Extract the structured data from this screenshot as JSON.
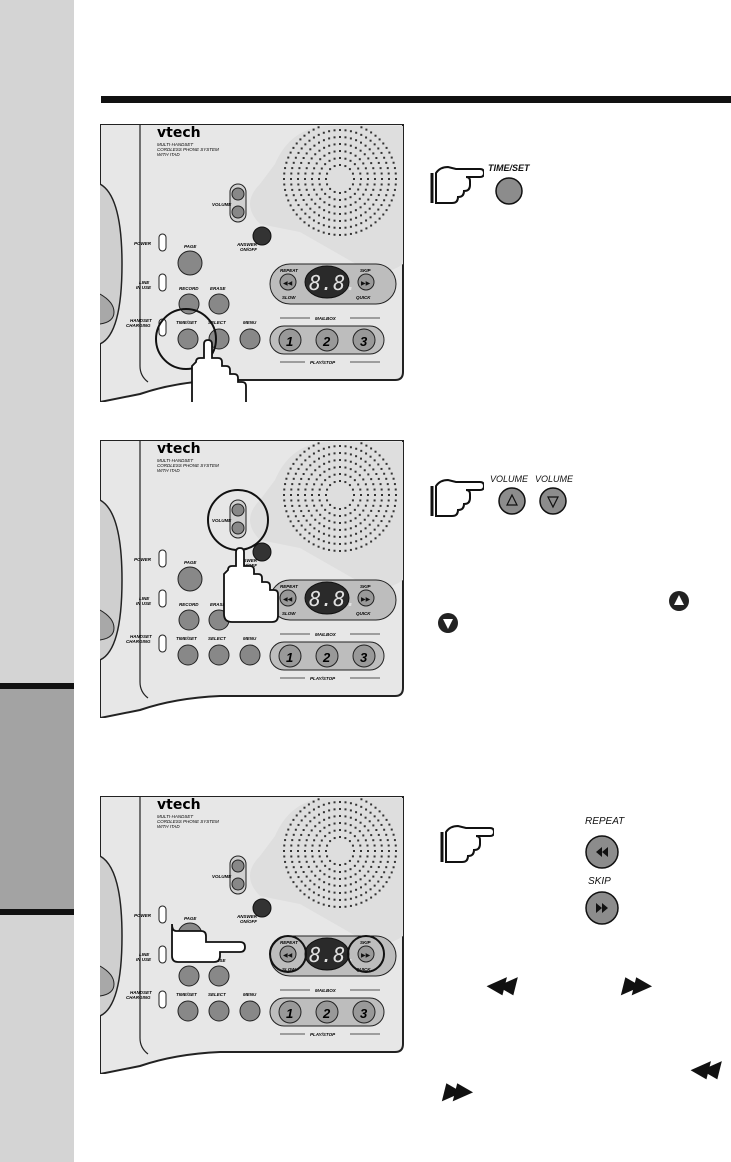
{
  "panel": {
    "brand": "vtech",
    "brand_sub": [
      "MULTI-HANDSET",
      "CORDLESS PHONE SYSTEM",
      "WITH ITAD"
    ],
    "labels": {
      "volume": "VOLUME",
      "answer_onoff": [
        "ANSWER",
        "ON/OFF"
      ],
      "power": "POWER",
      "line_in_use": [
        "LINE",
        "IN USE"
      ],
      "handset_charging": [
        "HANDSET",
        "CHARGING"
      ],
      "page": "PAGE",
      "record": "RECORD",
      "erase": "ERASE",
      "time_set": "TIME/SET",
      "select": "SELECT",
      "menu": "MENU",
      "repeat": "REPEAT",
      "skip": "SKIP",
      "slow": "SLOW",
      "quick": "QUICK",
      "display": "8.8.",
      "mailbox": "MAILBOX",
      "play_stop": "PLAY/STOP",
      "mailbox_numbers": [
        "1",
        "2",
        "3"
      ]
    }
  },
  "callouts": {
    "time_set": "TIME/SET",
    "volume_up": "VOLUME",
    "volume_down": "VOLUME",
    "repeat": "REPEAT",
    "skip": "SKIP"
  },
  "symbols": {
    "up_triangle": "▲",
    "down_triangle": "▼",
    "rewind": "◀◀",
    "forward": "▶▶"
  }
}
